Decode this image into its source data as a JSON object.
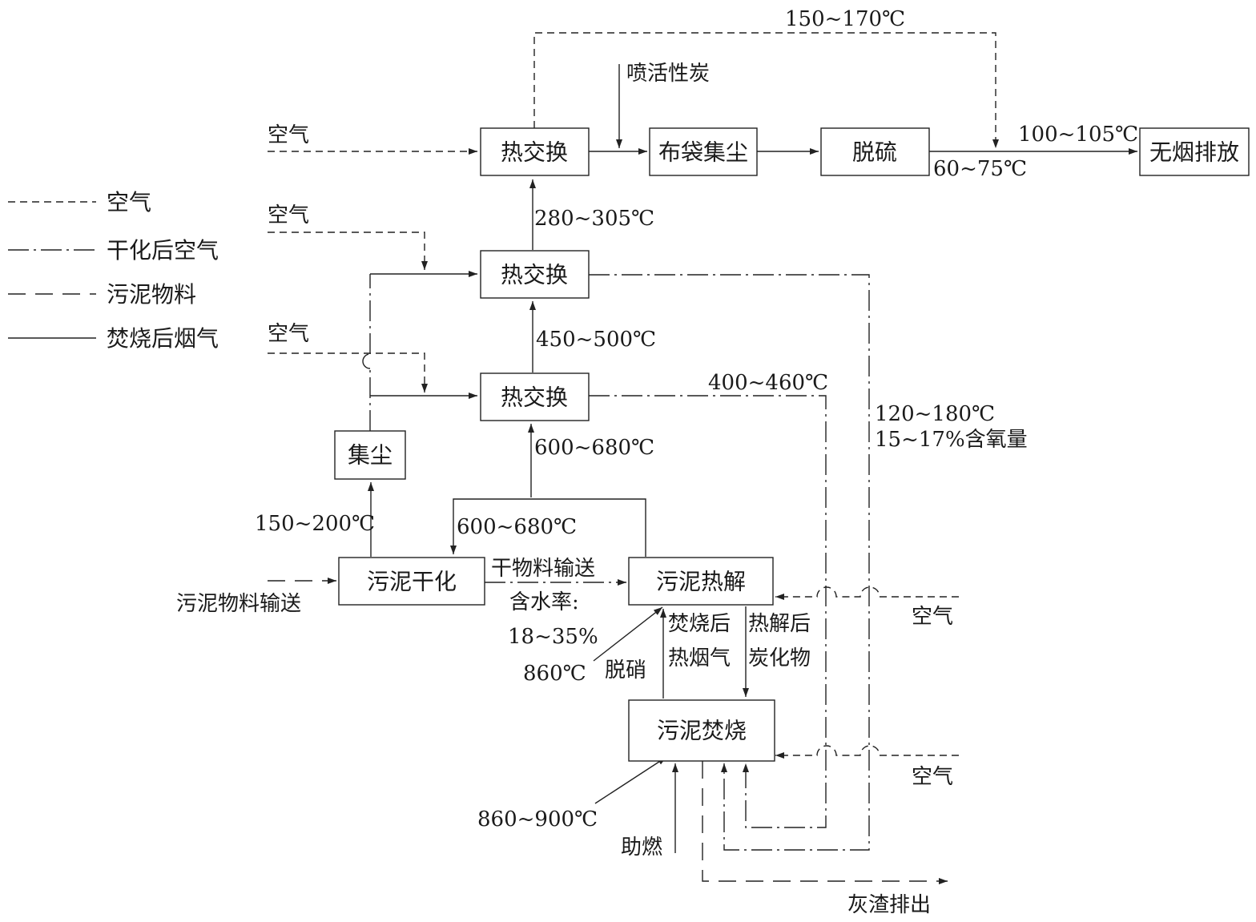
{
  "legend": {
    "air": "空气",
    "dried_air": "干化后空气",
    "sludge": "污泥物料",
    "flue_gas": "焚烧后烟气"
  },
  "boxes": {
    "hx_top": "热交换",
    "bag_filter": "布袋集尘",
    "desulfurization": "脱硫",
    "discharge": "无烟排放",
    "hx_mid": "热交换",
    "hx_low": "热交换",
    "dust": "集尘",
    "drying": "污泥干化",
    "pyrolysis": "污泥热解",
    "incineration": "污泥焚烧"
  },
  "labels": {
    "t_150_170": "150~170℃",
    "activated_carbon": "喷活性炭",
    "air_top": "空气",
    "t_100_105": "100~105℃",
    "t_60_75": "60~75℃",
    "t_280_305": "280~305℃",
    "air_mid": "空气",
    "air_low": "空气",
    "t_450_500": "450~500℃",
    "t_400_460": "400~460℃",
    "t_120_180": "120~180℃",
    "oxygen": "15~17%含氧量",
    "t_600_680_a": "600~680℃",
    "t_600_680_b": "600~680℃",
    "t_150_200": "150~200℃",
    "dry_transport": "干物料输送",
    "moisture": "含水率:",
    "moisture_val": "18~35%",
    "sludge_transport": "污泥物料输送",
    "t_860": "860℃",
    "denitration": "脱硝",
    "flue1": "焚烧后",
    "flue2": "热烟气",
    "char1": "热解后",
    "char2": "炭化物",
    "air_r1": "空气",
    "air_r2": "空气",
    "t_860_900": "860~900℃",
    "combustion_aid": "助燃",
    "ash": "灰渣排出"
  }
}
